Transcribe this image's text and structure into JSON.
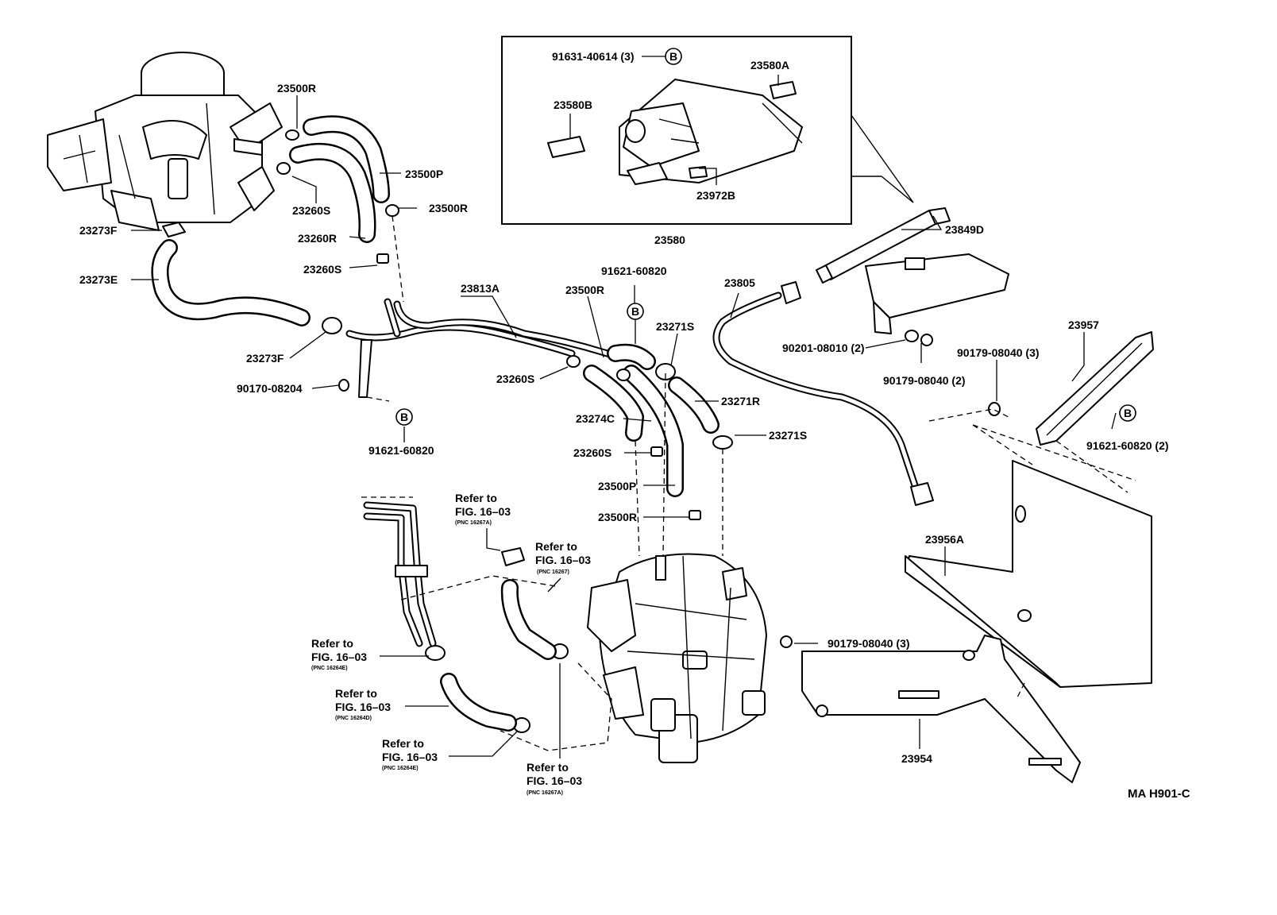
{
  "diagram_code": "MA H901-C",
  "markers": {
    "bolt_marker": "B"
  },
  "labels": {
    "p_23500R_a": "23500R",
    "p_23500P_a": "23500P",
    "p_23500R_b": "23500R",
    "p_23260S_a": "23260S",
    "p_23260R": "23260R",
    "p_23260S_b": "23260S",
    "p_23273F_a": "23273F",
    "p_23273E": "23273E",
    "p_23273F_b": "23273F",
    "p_90170_08204": "90170-08204",
    "p_91621_60820_a": "91621-60820",
    "p_23813A": "23813A",
    "p_23500R_c": "23500R",
    "p_91621_60820_b": "91621-60820",
    "p_23271S_a": "23271S",
    "p_23260S_c": "23260S",
    "p_23274C": "23274C",
    "p_23271R": "23271R",
    "p_23271S_b": "23271S",
    "p_23260S_d": "23260S",
    "p_23500P_b": "23500P",
    "p_23500R_d": "23500R",
    "p_91631_40614": "91631-40614 (3)",
    "p_23580A": "23580A",
    "p_23580B": "23580B",
    "p_23972B": "23972B",
    "p_23580": "23580",
    "p_23849D": "23849D",
    "p_23805": "23805",
    "p_90201_08010": "90201-08010 (2)",
    "p_90179_08040_a": "90179-08040 (2)",
    "p_90179_08040_b": "90179-08040 (3)",
    "p_23957": "23957",
    "p_91621_60820_c": "91621-60820 (2)",
    "p_23956A": "23956A",
    "p_90179_08040_c": "90179-08040 (3)",
    "p_23954": "23954"
  },
  "refs": [
    {
      "line1": "Refer to",
      "line2": "FIG. 16–03",
      "pnc": "(PNC 16267A)"
    },
    {
      "line1": "Refer to",
      "line2": "FIG. 16–03",
      "pnc": "(PNC 16267)"
    },
    {
      "line1": "Refer to",
      "line2": "FIG. 16–03",
      "pnc": "(PNC 16264E)"
    },
    {
      "line1": "Refer to",
      "line2": "FIG. 16–03",
      "pnc": "(PNC 16264D)"
    },
    {
      "line1": "Refer to",
      "line2": "FIG. 16–03",
      "pnc": "(PNC 16264E)"
    },
    {
      "line1": "Refer to",
      "line2": "FIG. 16–03",
      "pnc": "(PNC 16267A)"
    }
  ]
}
